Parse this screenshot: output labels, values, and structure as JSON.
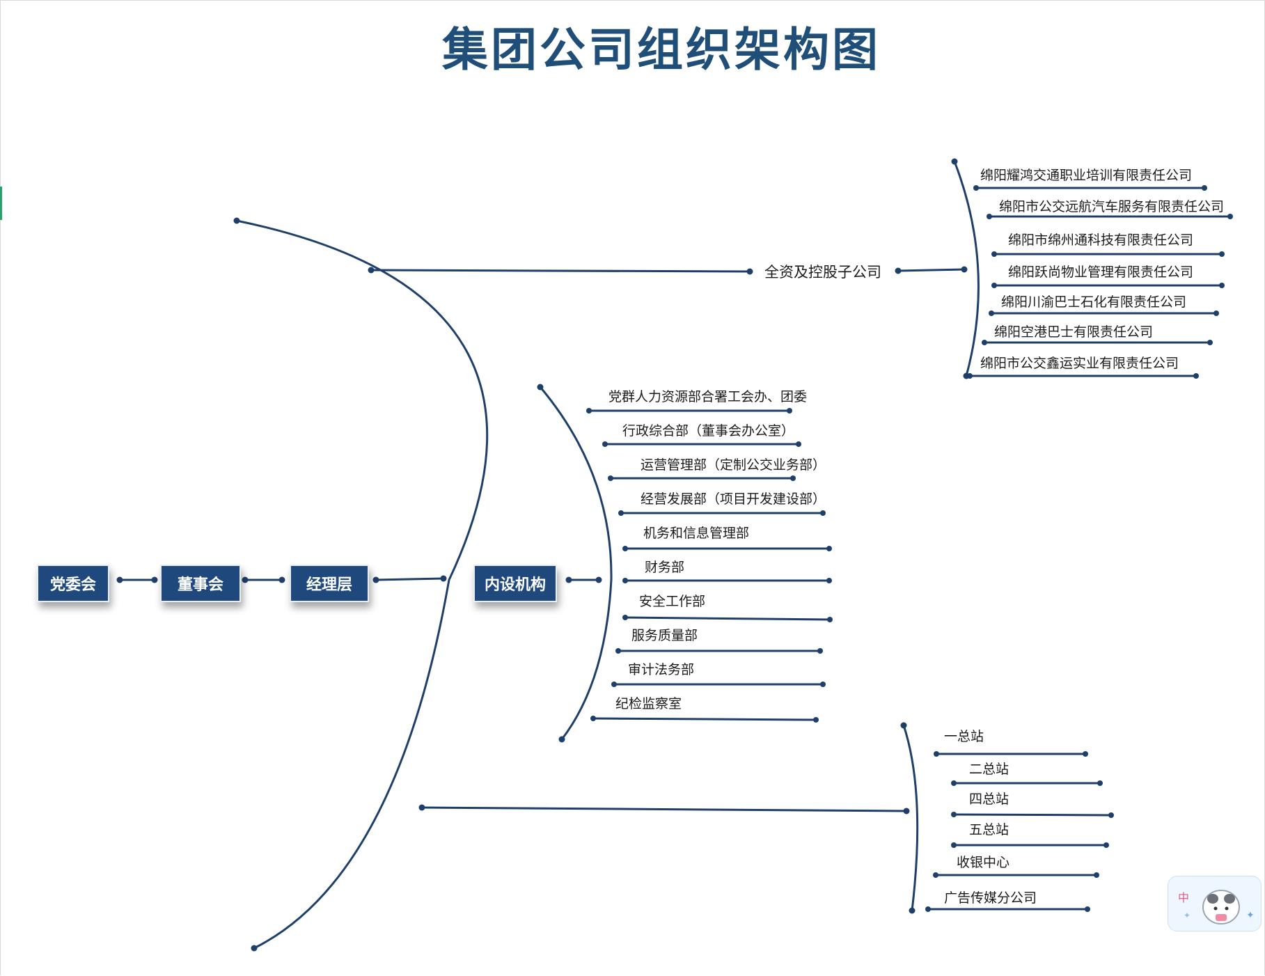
{
  "title": "集团公司组织架构图",
  "chain": [
    "党委会",
    "董事会",
    "经理层",
    "内设机构"
  ],
  "subsidiary_group": "全资及控股子公司",
  "subsidiaries": [
    "绵阳耀鸿交通职业培训有限责任公司",
    "绵阳市公交远航汽车服务有限责任公司",
    "绵阳市绵州通科技有限责任公司",
    "绵阳跃尚物业管理有限责任公司",
    "绵阳川渝巴士石化有限责任公司",
    "绵阳空港巴士有限责任公司",
    "绵阳市公交鑫运实业有限责任公司"
  ],
  "departments": [
    "党群人力资源部合署工会办、团委",
    "行政综合部（董事会办公室）",
    "运营管理部（定制公交业务部）",
    "经营发展部（项目开发建设部）",
    "机务和信息管理部",
    "财务部",
    "安全工作部",
    "服务质量部",
    "审计法务部",
    "纪检监察室"
  ],
  "stations": [
    "一总站",
    "二总站",
    "四总站",
    "五总站",
    "收银中心",
    "广告传媒分公司"
  ],
  "colors": {
    "line": "#1f3f6b",
    "node_fill": "#1f497d",
    "title": "#1f4e79"
  }
}
